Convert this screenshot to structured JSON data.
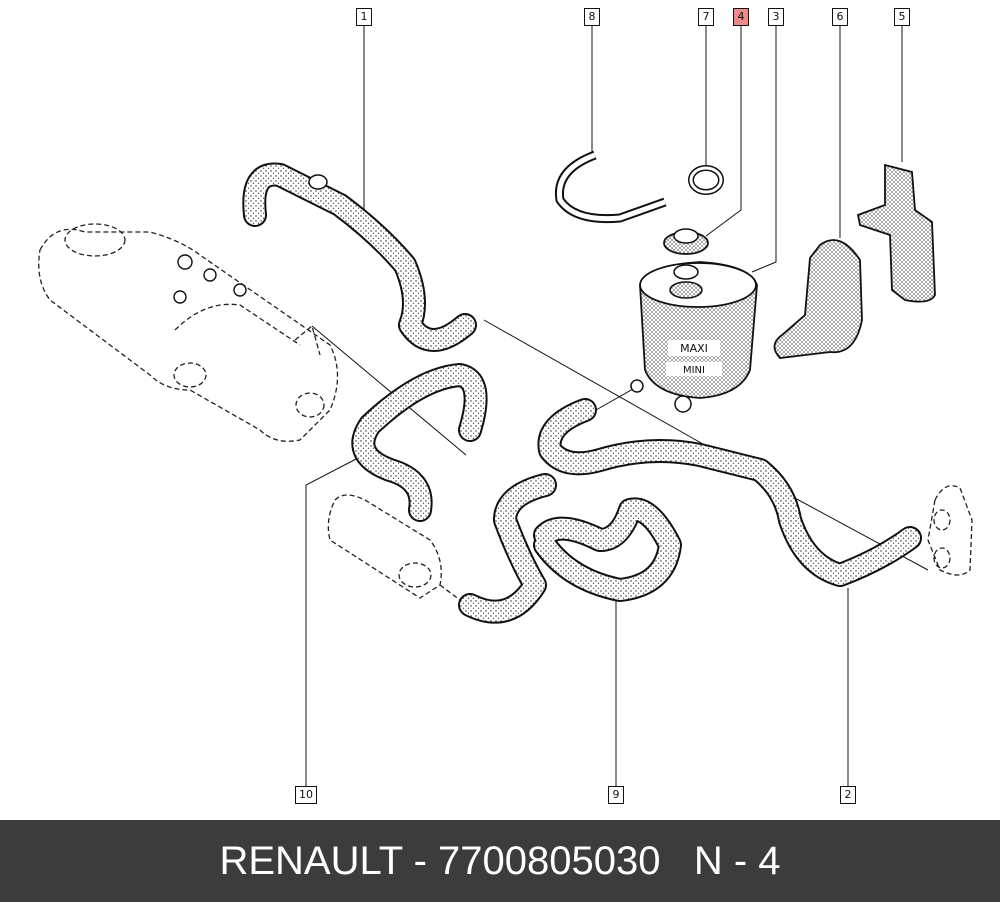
{
  "callouts": [
    {
      "label": "1",
      "highlight": false
    },
    {
      "label": "8",
      "highlight": false
    },
    {
      "label": "7",
      "highlight": false
    },
    {
      "label": "4",
      "highlight": true,
      "color": "#f08a8a"
    },
    {
      "label": "3",
      "highlight": false
    },
    {
      "label": "6",
      "highlight": false
    },
    {
      "label": "5",
      "highlight": false
    },
    {
      "label": "10",
      "highlight": false
    },
    {
      "label": "9",
      "highlight": false
    },
    {
      "label": "2",
      "highlight": false
    }
  ],
  "reservoir": {
    "max_label": "MAXI",
    "min_label": "MINI"
  },
  "footer": {
    "text": "RENAULT - 7700805030   N - 4",
    "background": "#3c3c3c"
  }
}
